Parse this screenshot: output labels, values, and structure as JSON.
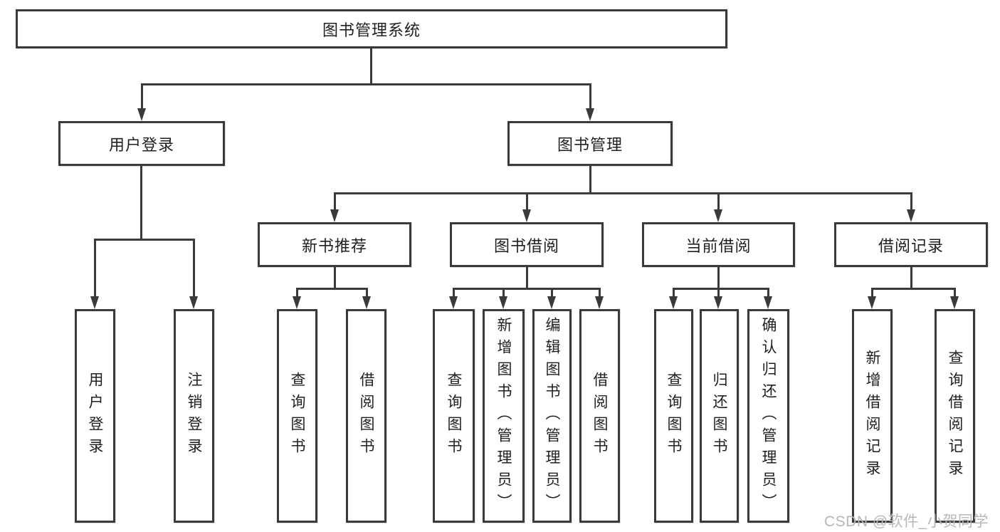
{
  "diagram": {
    "root": {
      "label": "图书管理系统"
    },
    "branches": [
      {
        "label": "用户登录",
        "children": [
          {
            "label": "用户登录"
          },
          {
            "label": "注销登录"
          }
        ]
      },
      {
        "label": "图书管理",
        "children": [
          {
            "label": "新书推荐",
            "children": [
              {
                "label": "查询图书"
              },
              {
                "label": "借阅图书"
              }
            ]
          },
          {
            "label": "图书借阅",
            "children": [
              {
                "label": "查询图书"
              },
              {
                "label": "新增图书（管理员）"
              },
              {
                "label": "编辑图书（管理员）"
              },
              {
                "label": "借阅图书"
              }
            ]
          },
          {
            "label": "当前借阅",
            "children": [
              {
                "label": "查询图书"
              },
              {
                "label": "归还图书"
              },
              {
                "label": "确认归还（管理员）"
              }
            ]
          },
          {
            "label": "借阅记录",
            "children": [
              {
                "label": "新增借阅记录"
              },
              {
                "label": "查询借阅记录"
              }
            ]
          }
        ]
      }
    ]
  },
  "watermark": {
    "text": "CSDN @软件_小贺同学"
  },
  "colors": {
    "line": "#3a3a3a",
    "text": "#1f1f1f",
    "watermark": "#b7b7b7",
    "background": "#ffffff"
  }
}
